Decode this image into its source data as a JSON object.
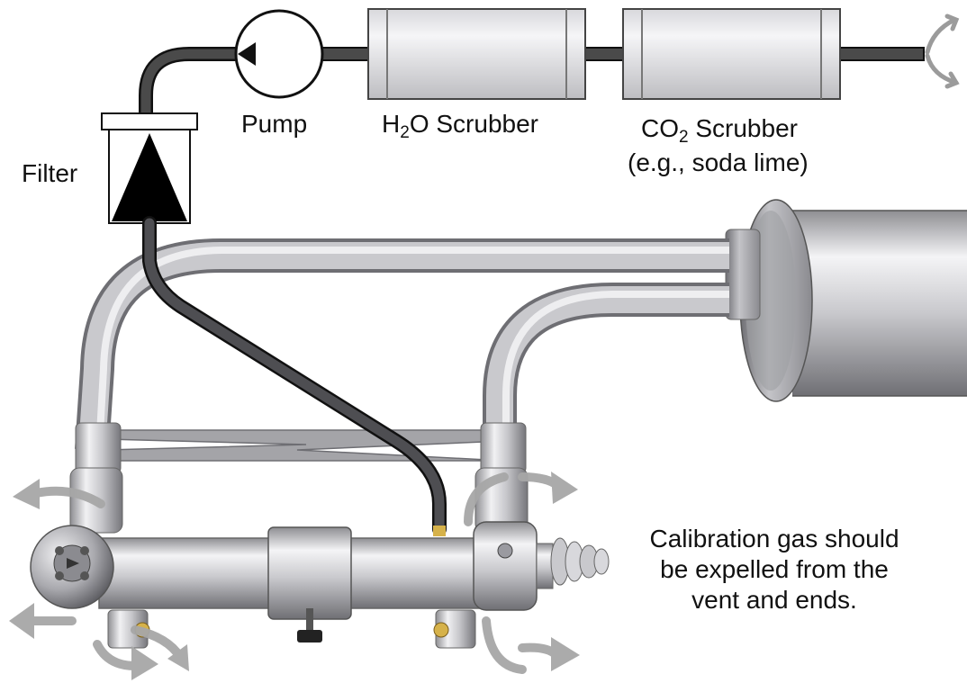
{
  "labels": {
    "filter": "Filter",
    "pump": "Pump",
    "h2o_scrubber": {
      "prefix": "H",
      "sub": "2",
      "suffix": "O Scrubber"
    },
    "co2_scrubber": {
      "prefix": "CO",
      "sub": "2",
      "suffix": " Scrubber"
    },
    "co2_example": "(e.g., soda lime)",
    "calibration_note": [
      "Calibration gas should",
      "be expelled from the",
      "vent and ends."
    ]
  },
  "icons": {
    "pump": "pump-icon",
    "filter": "filter-icon",
    "flow_arrows": "curved-arrow-icon"
  },
  "colors": {
    "tube": "#4a4a4a",
    "metal_light": "#e6e6e8",
    "metal_mid": "#b8b8bc",
    "metal_dark": "#7b7b80",
    "arrow": "#a7a7a7",
    "brass": "#d6b24a"
  }
}
